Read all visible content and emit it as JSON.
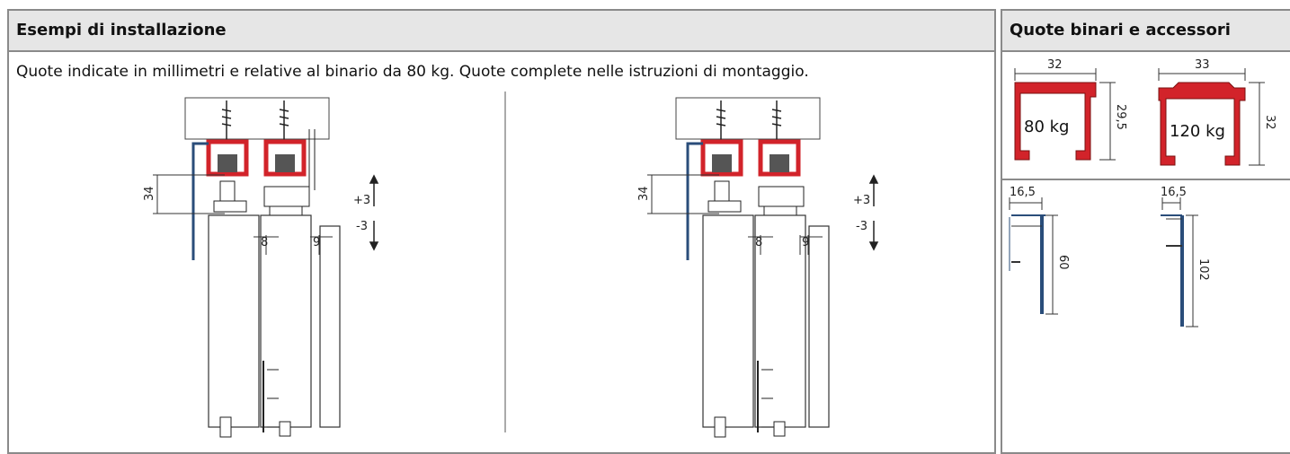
{
  "left_panel": {
    "title": "Esempi di installazione",
    "note": "Quote indicate in millimetri e relative al binario da 80 kg. Quote complete nelle istruzioni di montaggio.",
    "diagram_a": {
      "height_dim": "34",
      "gap_dim_1": "8",
      "gap_dim_2": "9",
      "adjust_up": "+3",
      "adjust_down": "-3"
    },
    "diagram_b": {
      "height_dim": "34",
      "gap_dim_1": "8",
      "gap_dim_2": "9",
      "adjust_up": "+3",
      "adjust_down": "-3"
    }
  },
  "right_panel": {
    "title": "Quote binari e accessori",
    "rail_80": {
      "label": "80 kg",
      "width": "32",
      "height": "29,5"
    },
    "rail_120": {
      "label": "120 kg",
      "width": "33",
      "height": "32"
    },
    "profile_60": {
      "depth": "16,5",
      "height": "60"
    },
    "profile_102": {
      "depth": "16,5",
      "height": "102"
    }
  },
  "colors": {
    "rail_red": "#d2232a",
    "frame_gray": "#8a8a8a",
    "header_bg": "#e6e6e6",
    "profile_blue": "#2a4d7a"
  }
}
